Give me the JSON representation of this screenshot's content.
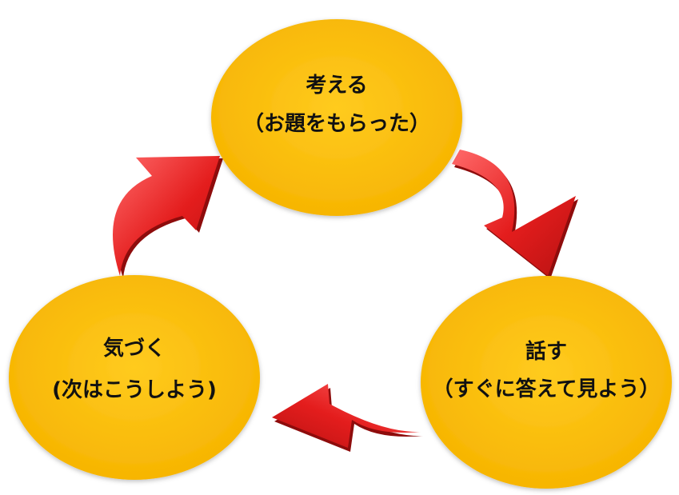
{
  "diagram": {
    "nodes": [
      {
        "id": "think",
        "title": "考える",
        "subtitle": "（お題をもらった）"
      },
      {
        "id": "speak",
        "title": "話す",
        "subtitle": "（すぐに答えて見よう）"
      },
      {
        "id": "notice",
        "title": "気づく",
        "subtitle": "(次はこうしよう)"
      }
    ]
  },
  "colors": {
    "node_fill": "#fbbd08",
    "arrow_light": "#ff5a5a",
    "arrow_main": "#e51c1c",
    "arrow_dark": "#8e0c0c"
  }
}
